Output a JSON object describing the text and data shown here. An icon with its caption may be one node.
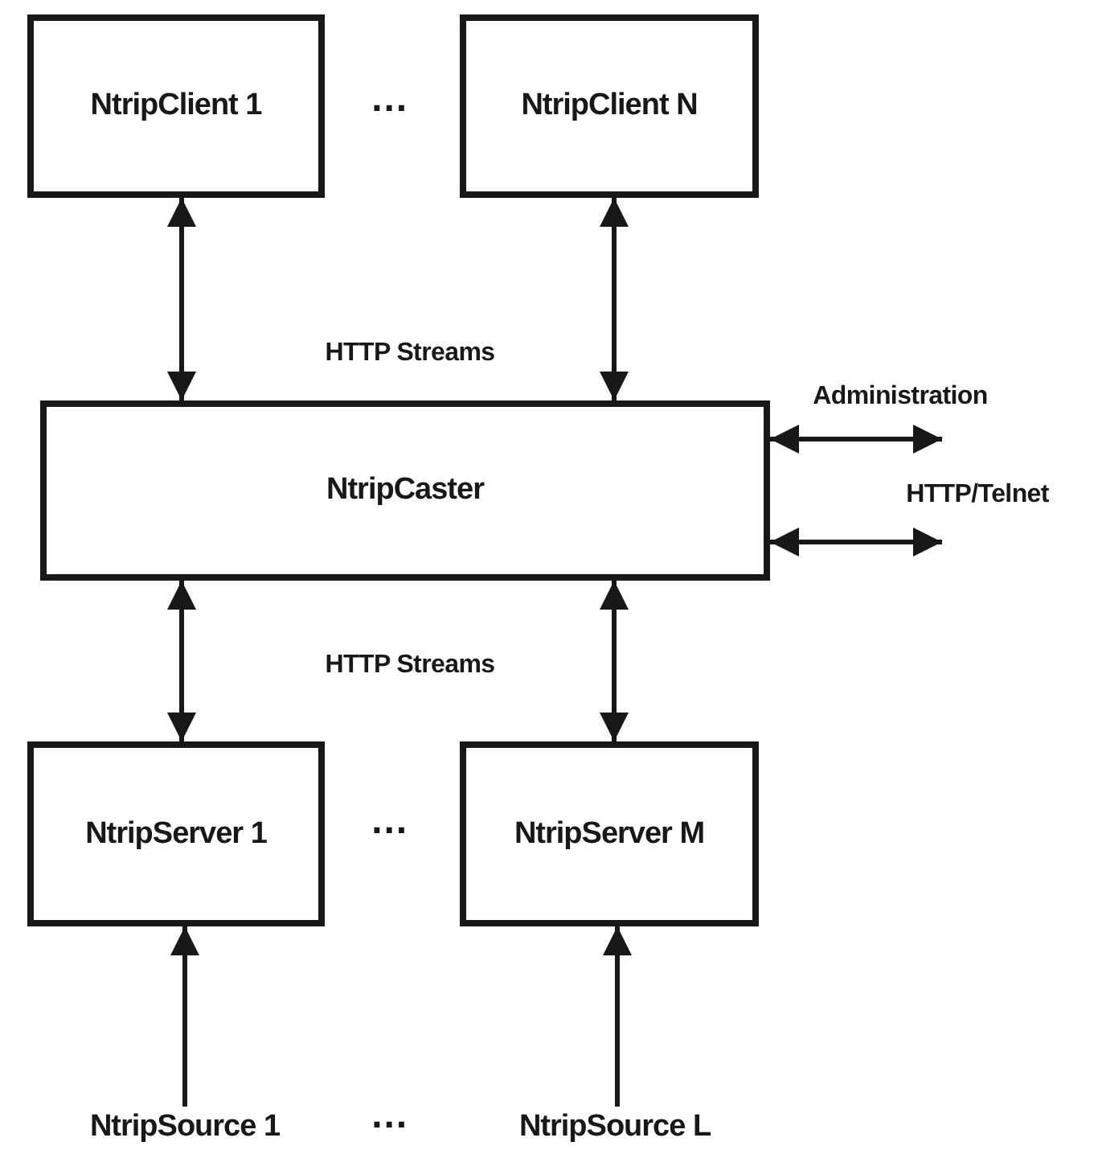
{
  "diagram": {
    "nodes": [
      {
        "text": [
          "NtripClient 1"
        ]
      },
      {
        "text": [
          "NtripClient N"
        ]
      },
      {
        "text": [
          "NtripCaster"
        ]
      },
      {
        "text": [
          "NtripServer 1"
        ]
      },
      {
        "text": [
          "NtripServer M"
        ]
      },
      {
        "text": [
          "NtripSource 1"
        ]
      },
      {
        "text": [
          "NtripSource L"
        ]
      }
    ],
    "edges": [
      {
        "from": 0,
        "to": 2,
        "arrow": "both"
      },
      {
        "from": 1,
        "to": 2,
        "arrow": "both"
      },
      {
        "from": 2,
        "to": null,
        "arrow": "both",
        "label": "Administration"
      },
      {
        "from": 2,
        "to": null,
        "arrow": "both",
        "label": "HTTP/Telnet"
      },
      {
        "from": 2,
        "to": 3,
        "arrow": "both"
      },
      {
        "from": 2,
        "to": 4,
        "arrow": "both"
      },
      {
        "from": 5,
        "to": 3,
        "arrow": "to"
      },
      {
        "from": 6,
        "to": 4,
        "arrow": "to"
      }
    ],
    "labels": [
      "…",
      "HTTP Streams",
      "HTTP Streams",
      "…",
      "…"
    ]
  }
}
